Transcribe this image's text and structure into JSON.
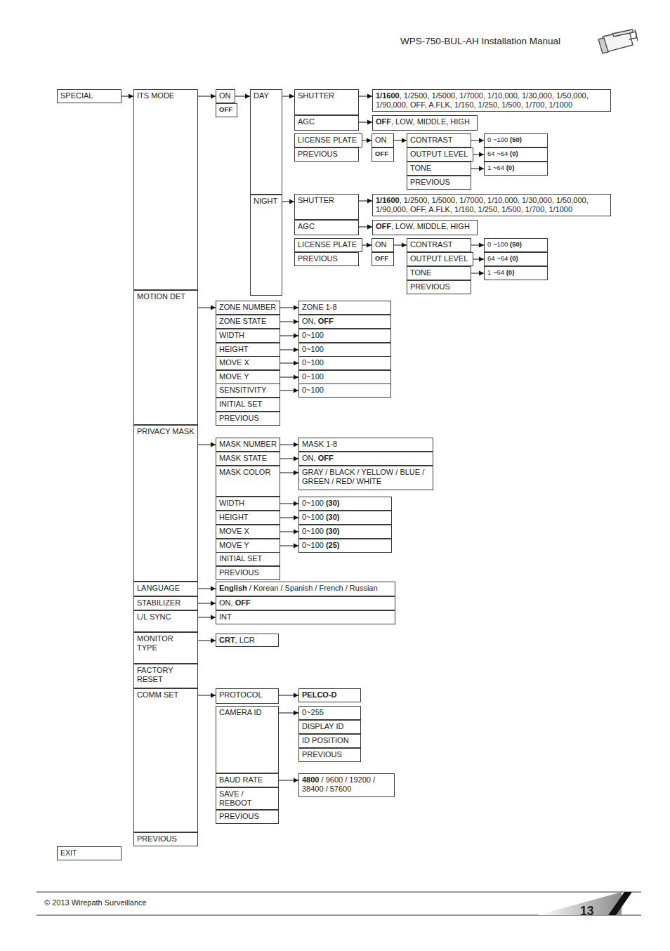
{
  "diagram": {
    "nodes": [
      {
        "text": [
          "SPECIAL"
        ]
      },
      {
        "text": [
          "ITS MODE"
        ]
      },
      {
        "text": [
          "ON"
        ]
      },
      {
        "text": [
          "OFF"
        ]
      },
      {
        "text": [
          "DAY"
        ]
      },
      {
        "text": [
          "SHUTTER"
        ]
      },
      {
        "text": [
          "1/1600, 1/2500, 1/5000, 1/7000, 1/10,000, 1/30,000, 1/50,000, 1/90,000, OFF, A.FLK, 1/160, 1/250, 1/500, 1/700, 1/1000"
        ]
      },
      {
        "text": [
          "AGC"
        ]
      },
      {
        "text": [
          "OFF, LOW, MIDDLE, HIGH"
        ]
      },
      {
        "text": [
          "LICENSE PLATE"
        ]
      },
      {
        "text": [
          "PREVIOUS"
        ]
      },
      {
        "text": [
          "ON"
        ]
      },
      {
        "text": [
          "OFF"
        ]
      },
      {
        "text": [
          "CONTRAST"
        ]
      },
      {
        "text": [
          "OUTPUT LEVEL"
        ]
      },
      {
        "text": [
          "TONE"
        ]
      },
      {
        "text": [
          "PREVIOUS"
        ]
      },
      {
        "text": [
          "0 ~100 (50)"
        ]
      },
      {
        "text": [
          "64 ~64 (0)"
        ]
      },
      {
        "text": [
          "1 ~64 (0)"
        ]
      },
      {
        "text": [
          "NIGHT"
        ]
      },
      {
        "text": [
          "SHUTTER"
        ]
      },
      {
        "text": [
          "1/1600, 1/2500, 1/5000, 1/7000, 1/10,000, 1/30,000, 1/50,000, 1/90,000, OFF, A.FLK, 1/160, 1/250, 1/500, 1/700, 1/1000"
        ]
      },
      {
        "text": [
          "AGC"
        ]
      },
      {
        "text": [
          "OFF, LOW, MIDDLE, HIGH"
        ]
      },
      {
        "text": [
          "LICENSE PLATE"
        ]
      },
      {
        "text": [
          "PREVIOUS"
        ]
      },
      {
        "text": [
          "ON"
        ]
      },
      {
        "text": [
          "OFF"
        ]
      },
      {
        "text": [
          "CONTRAST"
        ]
      },
      {
        "text": [
          "OUTPUT LEVEL"
        ]
      },
      {
        "text": [
          "TONE"
        ]
      },
      {
        "text": [
          "PREVIOUS"
        ]
      },
      {
        "text": [
          "0 ~100 (50)"
        ]
      },
      {
        "text": [
          "64 ~64 (0)"
        ]
      },
      {
        "text": [
          "1 ~64 (0)"
        ]
      },
      {
        "text": [
          "MOTION DET"
        ]
      },
      {
        "text": [
          "ZONE NUMBER"
        ]
      },
      {
        "text": [
          "ZONE 1-8"
        ]
      },
      {
        "text": [
          "ZONE STATE"
        ]
      },
      {
        "text": [
          "ON, OFF"
        ]
      },
      {
        "text": [
          "WIDTH"
        ]
      },
      {
        "text": [
          "0~100"
        ]
      },
      {
        "text": [
          "HEIGHT"
        ]
      },
      {
        "text": [
          "0~100"
        ]
      },
      {
        "text": [
          "MOVE X"
        ]
      },
      {
        "text": [
          "0~100"
        ]
      },
      {
        "text": [
          "MOVE Y"
        ]
      },
      {
        "text": [
          "0~100"
        ]
      },
      {
        "text": [
          "SENSITIVITY"
        ]
      },
      {
        "text": [
          "0~100"
        ]
      },
      {
        "text": [
          "INITIAL SET"
        ]
      },
      {
        "text": [
          "PREVIOUS"
        ]
      },
      {
        "text": [
          "PRIVACY MASK"
        ]
      },
      {
        "text": [
          "MASK NUMBER"
        ]
      },
      {
        "text": [
          "MASK 1-8"
        ]
      },
      {
        "text": [
          "MASK STATE"
        ]
      },
      {
        "text": [
          "ON, OFF"
        ]
      },
      {
        "text": [
          "MASK COLOR"
        ]
      },
      {
        "text": [
          "GRAY / BLACK / YELLOW / BLUE / GREEN / RED/ WHITE"
        ]
      },
      {
        "text": [
          "WIDTH"
        ]
      },
      {
        "text": [
          "0~100 (30)"
        ]
      },
      {
        "text": [
          "HEIGHT"
        ]
      },
      {
        "text": [
          "0~100 (30)"
        ]
      },
      {
        "text": [
          "MOVE X"
        ]
      },
      {
        "text": [
          "0~100 (30)"
        ]
      },
      {
        "text": [
          "MOVE Y"
        ]
      },
      {
        "text": [
          "0~100 (25)"
        ]
      },
      {
        "text": [
          "INITIAL SET"
        ]
      },
      {
        "text": [
          "PREVIOUS"
        ]
      },
      {
        "text": [
          "LANGUAGE"
        ]
      },
      {
        "text": [
          "English / Korean / Spanish / French / Russian"
        ]
      },
      {
        "text": [
          "STABILIZER"
        ]
      },
      {
        "text": [
          "ON, OFF"
        ]
      },
      {
        "text": [
          "L/L SYNC"
        ]
      },
      {
        "text": [
          "INT"
        ]
      },
      {
        "text": [
          "MONITOR TYPE"
        ]
      },
      {
        "text": [
          "CRT, LCR"
        ]
      },
      {
        "text": [
          "FACTORY RESET"
        ]
      },
      {
        "text": [
          "COMM SET"
        ]
      },
      {
        "text": [
          "PROTOCOL"
        ]
      },
      {
        "text": [
          "PELCO-D"
        ]
      },
      {
        "text": [
          "CAMERA ID"
        ]
      },
      {
        "text": [
          "0~255"
        ]
      },
      {
        "text": [
          "DISPLAY ID"
        ]
      },
      {
        "text": [
          "ID POSITION"
        ]
      },
      {
        "text": [
          "PREVIOUS"
        ]
      },
      {
        "text": [
          "BAUD RATE"
        ]
      },
      {
        "text": [
          "4800 / 9600 / 19200 / 38400 / 57600"
        ]
      },
      {
        "text": [
          "SAVE / REBOOT"
        ]
      },
      {
        "text": [
          "PREVIOUS"
        ]
      },
      {
        "text": [
          "PREVIOUS"
        ]
      },
      {
        "text": [
          "EXIT"
        ]
      }
    ],
    "edges": [
      {
        "from": 0,
        "to": 1,
        "arrow": "to"
      },
      {
        "from": 1,
        "to": 2,
        "arrow": "to"
      },
      {
        "from": 2,
        "to": 4,
        "arrow": "to"
      },
      {
        "from": 4,
        "to": 5,
        "arrow": "to"
      },
      {
        "from": 5,
        "to": 6,
        "arrow": "to"
      },
      {
        "from": 7,
        "to": 8,
        "arrow": "to"
      },
      {
        "from": 9,
        "to": 11,
        "arrow": "to"
      },
      {
        "from": 11,
        "to": 13,
        "arrow": "to"
      },
      {
        "from": 13,
        "to": 17,
        "arrow": "to"
      },
      {
        "from": 14,
        "to": 18,
        "arrow": "to"
      },
      {
        "from": 15,
        "to": 19,
        "arrow": "to"
      },
      {
        "from": 20,
        "to": 21,
        "arrow": "to"
      },
      {
        "from": 21,
        "to": 22,
        "arrow": "to"
      },
      {
        "from": 23,
        "to": 24,
        "arrow": "to"
      },
      {
        "from": 25,
        "to": 27,
        "arrow": "to"
      },
      {
        "from": 27,
        "to": 29,
        "arrow": "to"
      },
      {
        "from": 29,
        "to": 33,
        "arrow": "to"
      },
      {
        "from": 30,
        "to": 34,
        "arrow": "to"
      },
      {
        "from": 31,
        "to": 35,
        "arrow": "to"
      },
      {
        "from": 36,
        "to": 37,
        "arrow": "to"
      },
      {
        "from": 37,
        "to": 38,
        "arrow": "to"
      },
      {
        "from": 39,
        "to": 40,
        "arrow": "to"
      },
      {
        "from": 41,
        "to": 42,
        "arrow": "to"
      },
      {
        "from": 43,
        "to": 44,
        "arrow": "to"
      },
      {
        "from": 45,
        "to": 46,
        "arrow": "to"
      },
      {
        "from": 47,
        "to": 48,
        "arrow": "to"
      },
      {
        "from": 49,
        "to": 50,
        "arrow": "to"
      },
      {
        "from": 53,
        "to": 54,
        "arrow": "to"
      },
      {
        "from": 54,
        "to": 55,
        "arrow": "to"
      },
      {
        "from": 56,
        "to": 57,
        "arrow": "to"
      },
      {
        "from": 58,
        "to": 59,
        "arrow": "to"
      },
      {
        "from": 60,
        "to": 61,
        "arrow": "to"
      },
      {
        "from": 62,
        "to": 63,
        "arrow": "to"
      },
      {
        "from": 64,
        "to": 65,
        "arrow": "to"
      },
      {
        "from": 66,
        "to": 67,
        "arrow": "to"
      },
      {
        "from": 70,
        "to": 71,
        "arrow": "to"
      },
      {
        "from": 72,
        "to": 73,
        "arrow": "to"
      },
      {
        "from": 74,
        "to": 75,
        "arrow": "to"
      },
      {
        "from": 76,
        "to": 77,
        "arrow": "to"
      },
      {
        "from": 79,
        "to": 80,
        "arrow": "to"
      },
      {
        "from": 80,
        "to": 81,
        "arrow": "to"
      },
      {
        "from": 82,
        "to": 83,
        "arrow": "to"
      },
      {
        "from": 87,
        "to": 88,
        "arrow": "to"
      }
    ],
    "labels": [
      "WPS-750-BUL-AH Installation Manual",
      "© 2013 Wirepath Surveillance",
      "13"
    ]
  }
}
